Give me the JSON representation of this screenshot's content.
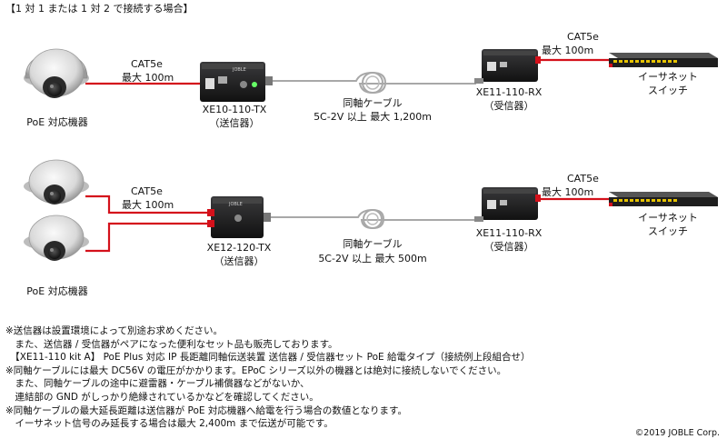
{
  "heading": "【1 対 1 または 1 対 2 で接続する場合】",
  "top": {
    "camera_label": "PoE 対応機器",
    "cat5e_left": [
      "CAT5e",
      "最大 100m"
    ],
    "tx_model": "XE10-110-TX",
    "tx_role": "（送信器）",
    "coax": [
      "同軸ケーブル",
      "5C-2V 以上 最大 1,200m"
    ],
    "rx_model": "XE11-110-RX",
    "rx_role": "（受信器）",
    "cat5e_right": [
      "CAT5e",
      "最大 100m"
    ],
    "switch_label": [
      "イーサネット",
      "スイッチ"
    ]
  },
  "bottom": {
    "camera_label": "PoE 対応機器",
    "cat5e_left": [
      "CAT5e",
      "最大 100m"
    ],
    "tx_model": "XE12-120-TX",
    "tx_role": "（送信器）",
    "coax": [
      "同軸ケーブル",
      "5C-2V 以上 最大 500m"
    ],
    "rx_model": "XE11-110-RX",
    "rx_role": "（受信器）",
    "cat5e_right": [
      "CAT5e",
      "最大 100m"
    ],
    "switch_label": [
      "イーサネット",
      "スイッチ"
    ]
  },
  "notes": [
    "※送信器は設置環境によって別途お求めください。",
    "　また、送信器 / 受信器がペアになった便利なセット品も販売しております。",
    "　【XE11-110 kit A】 PoE Plus 対応 IP 長距離同軸伝送装置 送信器 / 受信器セット PoE 給電タイプ（接続例上段組合せ）",
    "※同軸ケーブルには最大 DC56V の電圧がかかります。EPoC シリーズ以外の機器とは絶対に接続しないでください。",
    "　また、同軸ケーブルの途中に避雷器・ケーブル補償器などがないか、",
    "　連結部の GND がしっかり絶縁されているかなどを確認してください。",
    "※同軸ケーブルの最大延長距離は送信器が PoE 対応機器へ給電を行う場合の数値となります。",
    "　イーサネット信号のみ延長する場合は最大 2,400m まで伝送が可能です。"
  ],
  "copyright": "©2019 JOBLE Corp.",
  "colors": {
    "cat5e": "#d4111b",
    "coax": "#a8a8a8",
    "device": "#1d1d1f",
    "switch_led": "#e5c200"
  }
}
